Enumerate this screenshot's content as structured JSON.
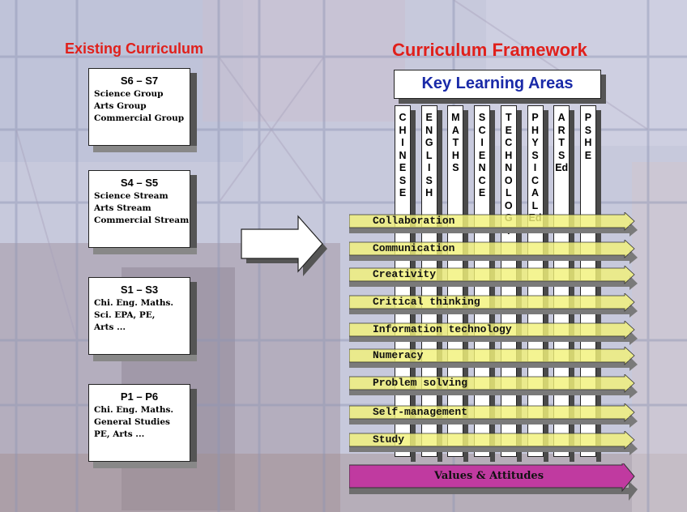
{
  "headings": {
    "existing": "Existing Curriculum",
    "framework": "Curriculum Framework"
  },
  "existing_boxes": [
    {
      "title": "S6 – S7",
      "lines": [
        "Science Group",
        "Arts Group",
        "Commercial Group"
      ]
    },
    {
      "title": "S4 – S5",
      "lines": [
        "Science Stream",
        "Arts Stream",
        "Commercial Stream"
      ]
    },
    {
      "title": "S1 – S3",
      "lines": [
        "Chi. Eng. Maths.",
        "Sci. EPA, PE,",
        "Arts ..."
      ]
    },
    {
      "title": "P1 – P6",
      "lines": [
        "Chi. Eng. Maths.",
        "General Studies",
        "PE, Arts ..."
      ]
    }
  ],
  "key_learning_areas": {
    "title": "Key Learning Areas",
    "columns": [
      {
        "text": "CHINESE"
      },
      {
        "text": "ENGLISH"
      },
      {
        "text": "MATHS"
      },
      {
        "text": "SCIENCE"
      },
      {
        "text": "TECHNOLOGY"
      },
      {
        "text": "PHYSICAL Ed"
      },
      {
        "text": "ARTS Ed"
      },
      {
        "text": "PSHE"
      }
    ]
  },
  "generic_skills": [
    "Collaboration",
    "Communication",
    "Creativity",
    "Critical thinking",
    "Information technology",
    "Numeracy",
    "Problem solving",
    "Self-management",
    "Study"
  ],
  "values_band": "Values & Attitudes",
  "colors": {
    "heading": "#e0201b",
    "kla_title": "#1a2aa8",
    "skill_band": "#f2f27a",
    "values_band": "#c03aa0"
  }
}
